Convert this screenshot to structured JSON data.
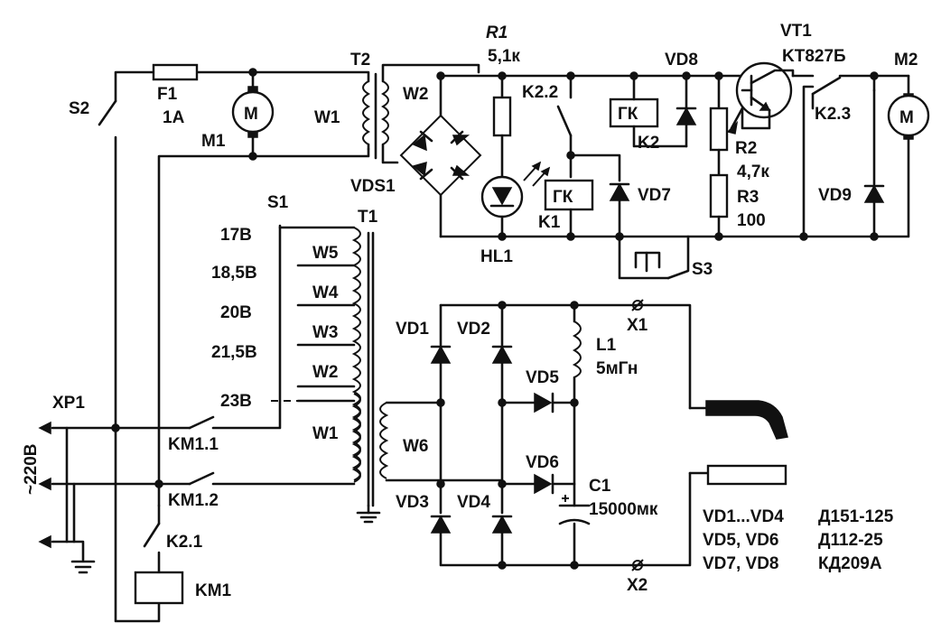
{
  "components": {
    "S2": "S2",
    "F1": "F1",
    "F1_value": "1A",
    "M1": "M1",
    "M_letter": "M",
    "T2": "T2",
    "T2_W1": "W1",
    "T2_W2": "W2",
    "VDS1": "VDS1",
    "R1": "R1",
    "R1_value": "5,1к",
    "HL1": "HL1",
    "K2_2": "K2.2",
    "GK": "ГК",
    "K1": "K1",
    "VD7": "VD7",
    "VD8": "VD8",
    "K2": "K2",
    "VT1": "VT1",
    "VT1_type": "KT827Б",
    "R2": "R2",
    "R2_value": "4,7к",
    "R3": "R3",
    "R3_value": "100",
    "M2": "M2",
    "K2_3": "K2.3",
    "VD9": "VD9",
    "S3": "S3",
    "S1": "S1",
    "T1": "T1",
    "taps": [
      "17B",
      "18,5B",
      "20B",
      "21,5B",
      "23B"
    ],
    "T1_windings": [
      "W5",
      "W4",
      "W3",
      "W2",
      "W1"
    ],
    "W6": "W6",
    "VD1": "VD1",
    "VD2": "VD2",
    "VD3": "VD3",
    "VD4": "VD4",
    "VD5": "VD5",
    "VD6": "VD6",
    "L1": "L1",
    "L1_value": "5мГн",
    "C1": "C1",
    "C1_value": "15000мк",
    "X1": "X1",
    "X2": "X2",
    "XP1": "XP1",
    "mains": "~220B",
    "KM1_1": "KM1.1",
    "KM1_2": "KM1.2",
    "K2_1": "K2.1",
    "KM1": "KM1"
  },
  "parts_list": [
    {
      "refs": "VD1...VD4",
      "type": "Д151-125"
    },
    {
      "refs": "VD5, VD6",
      "type": "Д112-25"
    },
    {
      "refs": "VD7, VD8",
      "type": "КД209А"
    }
  ]
}
